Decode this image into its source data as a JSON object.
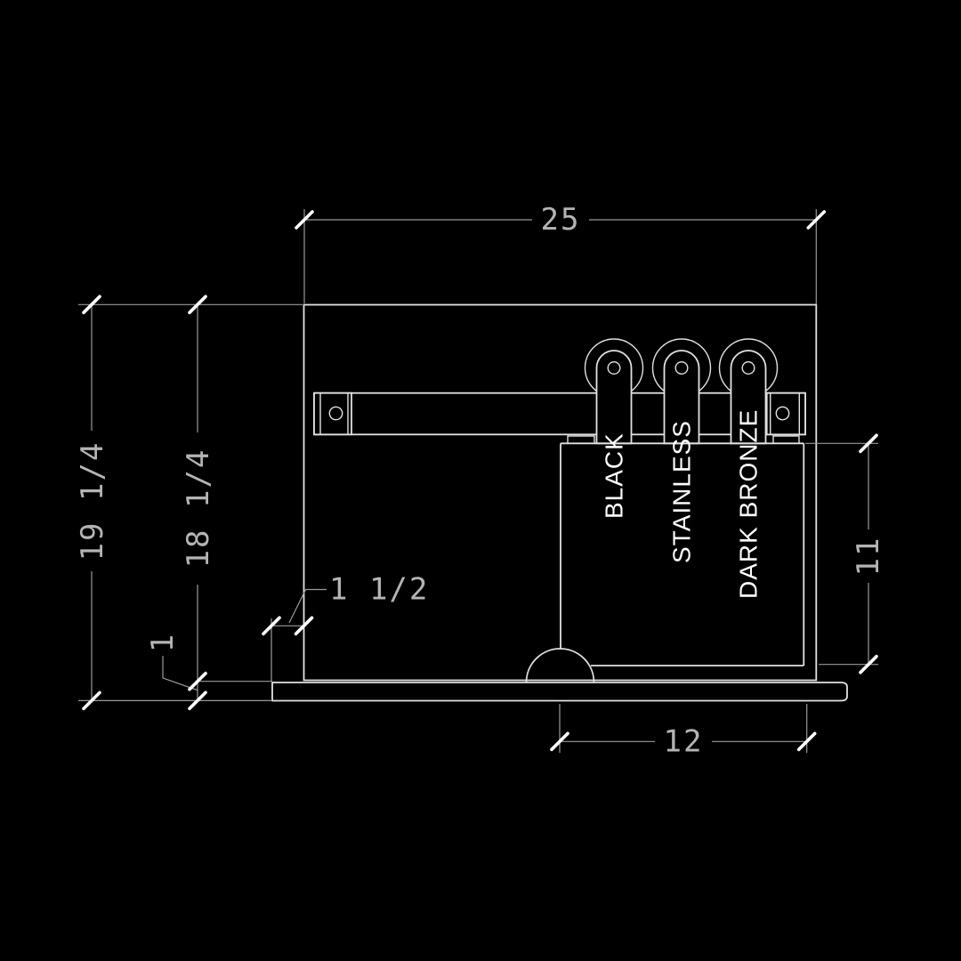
{
  "drawing": {
    "finishes": [
      {
        "label": "BLACK"
      },
      {
        "label": "STAINLESS"
      },
      {
        "label": "DARK BRONZE"
      }
    ],
    "dimensions": {
      "track_length": "25",
      "overall_height": "19 1/4",
      "door_height": "18 1/4",
      "floor_plate_thickness": "1",
      "plate_overhang": "1 1/2",
      "guide_to_edge": "12",
      "sample_panel_height": "11"
    },
    "colors": {
      "background": "#000000",
      "geometry_line": "#e2e2e2",
      "dimension_line": "#9a9a9a",
      "tick": "#ffffff",
      "dimension_text": "#b4b4b4",
      "label_text": "#ffffff"
    }
  }
}
